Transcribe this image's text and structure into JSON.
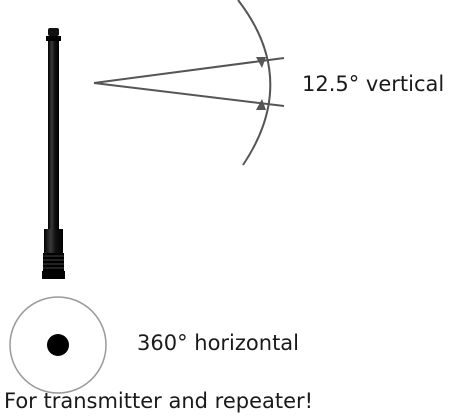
{
  "labels": {
    "vertical_beam": "12.5° vertical",
    "horizontal_pattern": "360° horizontal",
    "caption": "For transmitter and repeater!"
  },
  "colors": {
    "antenna": "#111111",
    "lines": "#555555",
    "text": "#1a1a1a",
    "dot": "#000000",
    "circle_outline": "#9a9a9a"
  },
  "icons": {
    "antenna": "antenna-icon",
    "pattern": "radiation-circle-icon"
  }
}
